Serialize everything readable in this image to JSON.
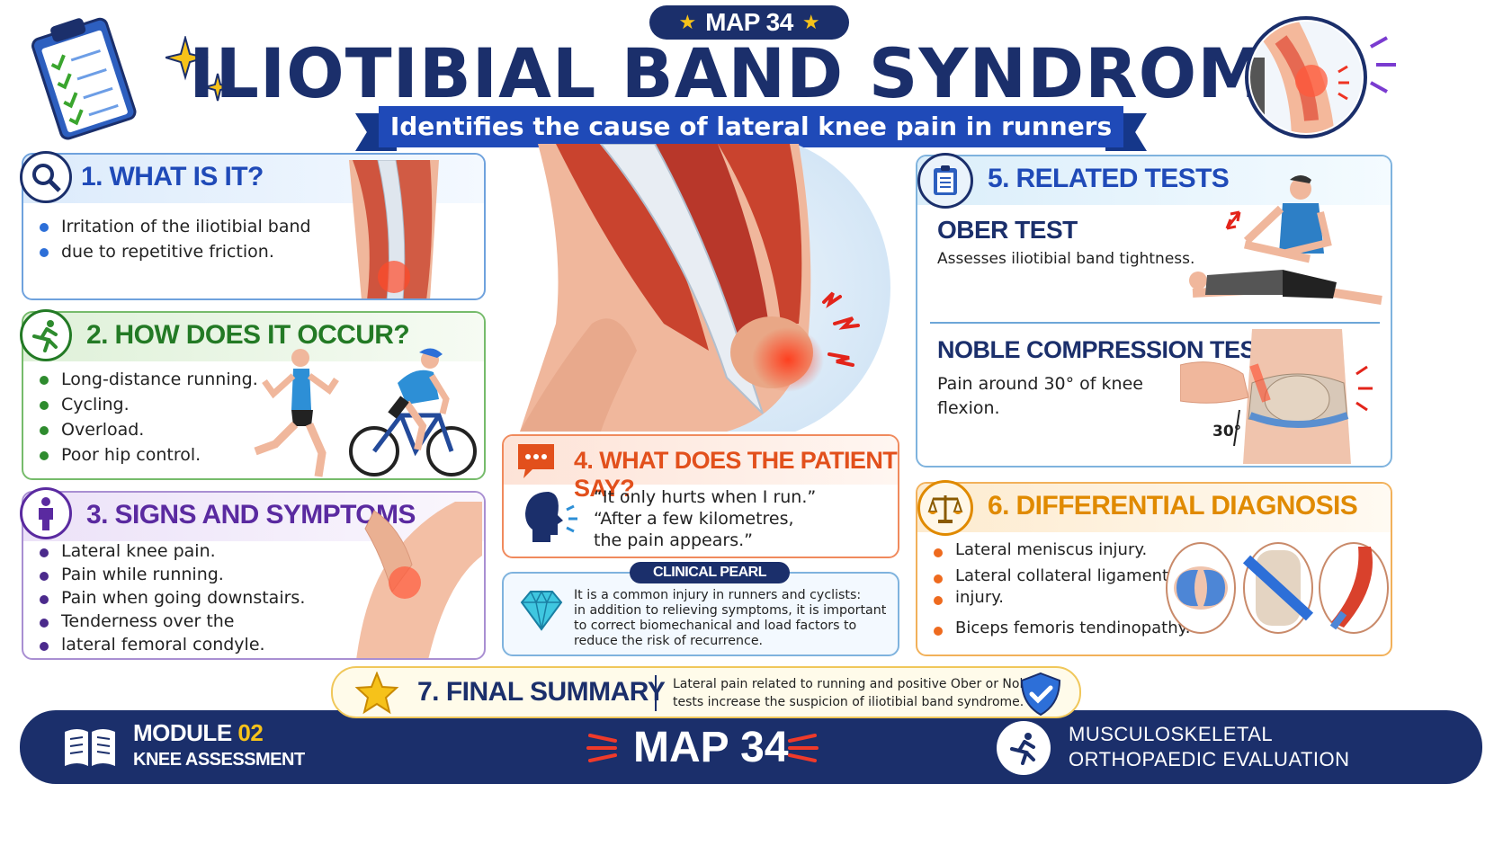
{
  "header": {
    "badge_label": "MAP 34",
    "title": "ILIOTIBIAL BAND SYNDROME",
    "subtitle": "Identifies the cause of lateral knee pain in runners"
  },
  "what_is_it": {
    "title": "1. WHAT IS IT?",
    "items": [
      "Irritation of the iliotibial band",
      "due to repetitive friction."
    ]
  },
  "how_occur": {
    "title": "2. HOW DOES IT OCCUR?",
    "items": [
      "Long-distance running.",
      "Cycling.",
      "Overload.",
      "Poor hip control."
    ]
  },
  "signs": {
    "title": "3. SIGNS AND SYMPTOMS",
    "items": [
      "Lateral knee pain.",
      "Pain while running.",
      "Pain when going downstairs.",
      "Tenderness over the",
      "lateral femoral condyle."
    ]
  },
  "patient_says": {
    "title": "4. WHAT DOES THE PATIENT SAY?",
    "lines": [
      "“It only hurts when I run.”",
      "“After a few kilometres,",
      "the pain appears.”"
    ]
  },
  "pearl": {
    "label": "CLINICAL PEARL",
    "lines": [
      "It is a common injury in runners and cyclists:",
      "in addition to relieving symptoms, it is important",
      "to correct biomechanical and load factors to",
      "reduce the risk of recurrence."
    ]
  },
  "related_tests": {
    "title": "5. RELATED TESTS",
    "ober_title": "OBER TEST",
    "ober_desc": "Assesses iliotibial band tightness.",
    "noble_title": "NOBLE COMPRESSION TEST",
    "noble_desc_1": "Pain around 30° of knee",
    "noble_desc_2": "flexion.",
    "angle_label": "30°"
  },
  "differential": {
    "title": "6. DIFFERENTIAL DIAGNOSIS",
    "items": [
      "Lateral meniscus injury.",
      "Lateral collateral ligament",
      "injury.",
      "Biceps femoris tendinopathy."
    ]
  },
  "summary": {
    "title": "7. FINAL SUMMARY",
    "line1": "Lateral pain related to running and positive Ober or Noble",
    "line2": "tests increase the suspicion of iliotibial band syndrome."
  },
  "footer": {
    "module_label": "MODULE",
    "module_number": "02",
    "module_sub": "KNEE ASSESSMENT",
    "center": "MAP 34",
    "right_1": "MUSCULOSKELETAL",
    "right_2": "ORTHOPAEDIC EVALUATION"
  },
  "colors": {
    "navy": "#1b2f6b",
    "blue": "#1f4ab8",
    "green": "#2e8b2e",
    "purple": "#5a2aa0",
    "orange": "#e2501c",
    "amber": "#e08a00",
    "gold": "#f6c21a"
  }
}
